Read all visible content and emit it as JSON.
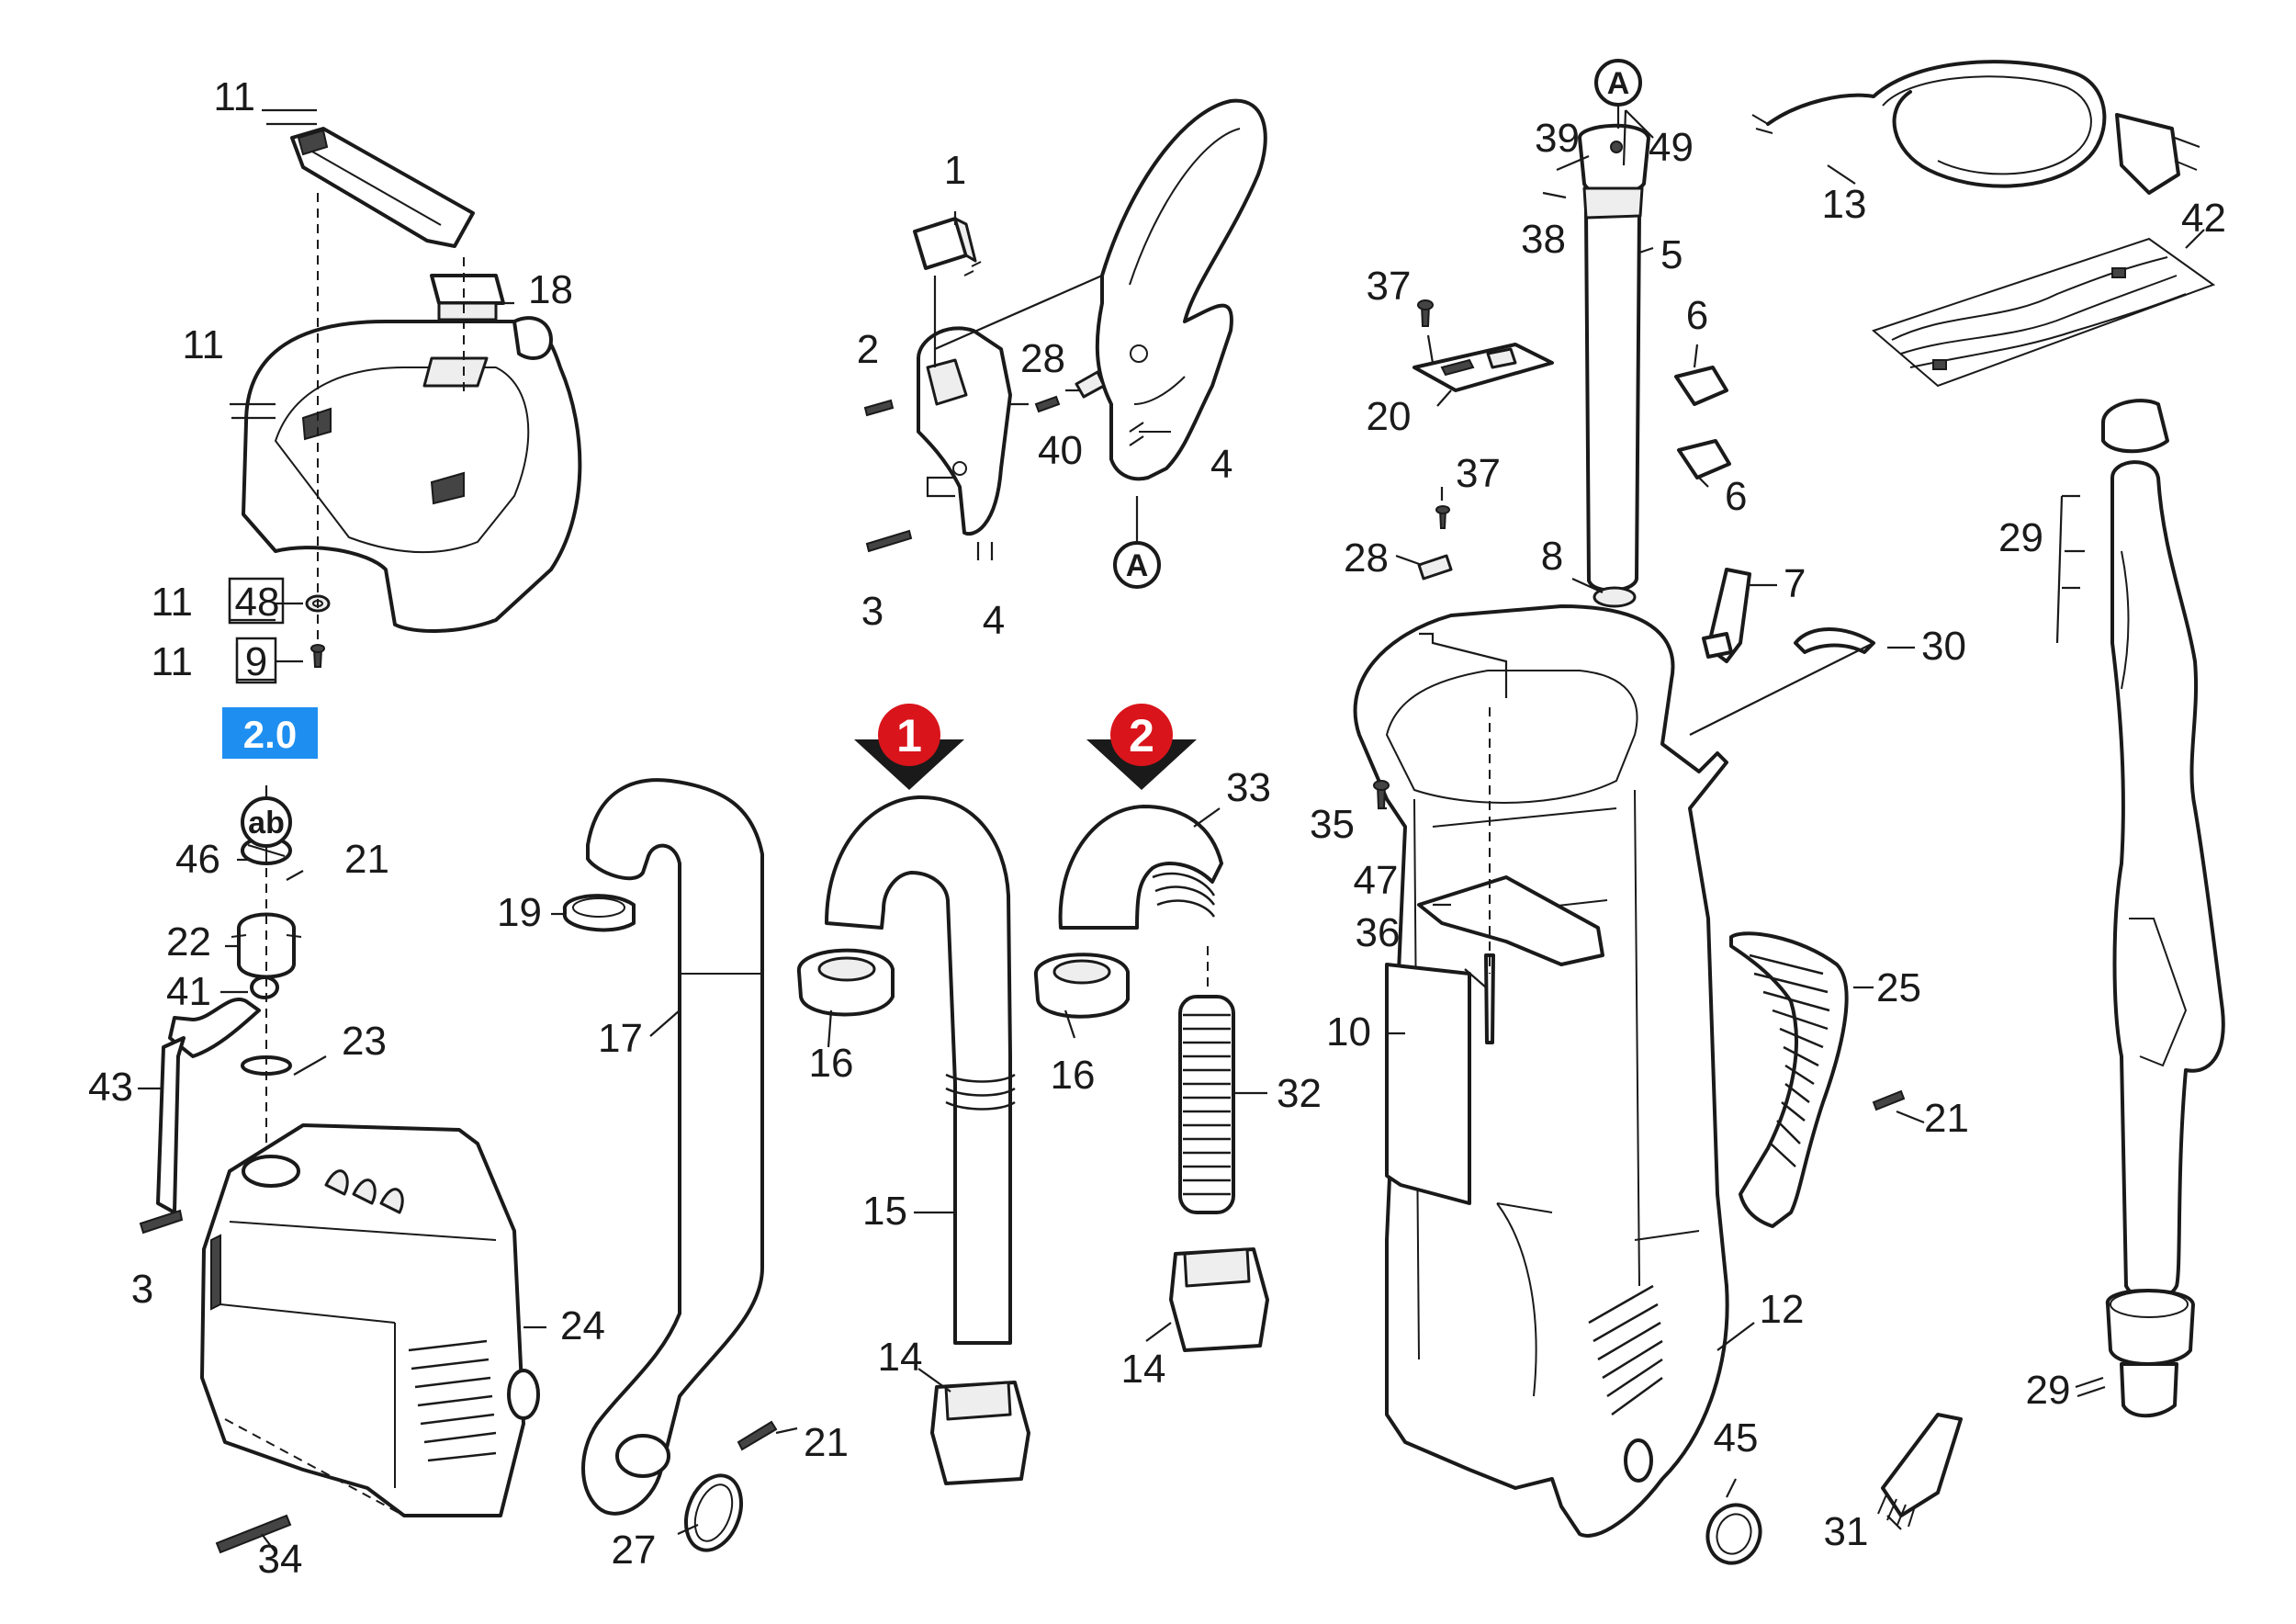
{
  "badge": {
    "label": "2.0",
    "color": "#1e8ff0"
  },
  "markers": [
    {
      "label": "1",
      "color": "#d9141b"
    },
    {
      "label": "2",
      "color": "#d9141b"
    }
  ],
  "circle_labels": [
    "A",
    "A",
    "ab"
  ],
  "callouts": {
    "c1": "11",
    "c2": "18",
    "c3": "11",
    "c4": "11",
    "c5": "48",
    "c6": "11",
    "c7": "9",
    "c8": "1",
    "c9": "2",
    "c10": "28",
    "c11": "40",
    "c12": "4",
    "c13": "3",
    "c14": "4",
    "c15": "39",
    "c16": "49",
    "c17": "38",
    "c18": "5",
    "c19": "13",
    "c20": "42",
    "c21": "37",
    "c22": "20",
    "c23": "6",
    "c24": "6",
    "c25": "37",
    "c26": "28",
    "c27": "8",
    "c28": "7",
    "c29": "30",
    "c30": "29",
    "c31": "46",
    "c32": "21",
    "c33": "22",
    "c34": "41",
    "c35": "23",
    "c36": "43",
    "c37": "3",
    "c38": "24",
    "c39": "34",
    "c40": "19",
    "c41": "17",
    "c42": "33",
    "c43": "16",
    "c44": "16",
    "c45": "32",
    "c46": "15",
    "c47": "14",
    "c48": "14",
    "c49": "21",
    "c50": "27",
    "c51": "35",
    "c52": "47",
    "c53": "36",
    "c54": "10",
    "c55": "25",
    "c56": "21",
    "c57": "12",
    "c58": "45",
    "c59": "31",
    "c60": "29"
  }
}
